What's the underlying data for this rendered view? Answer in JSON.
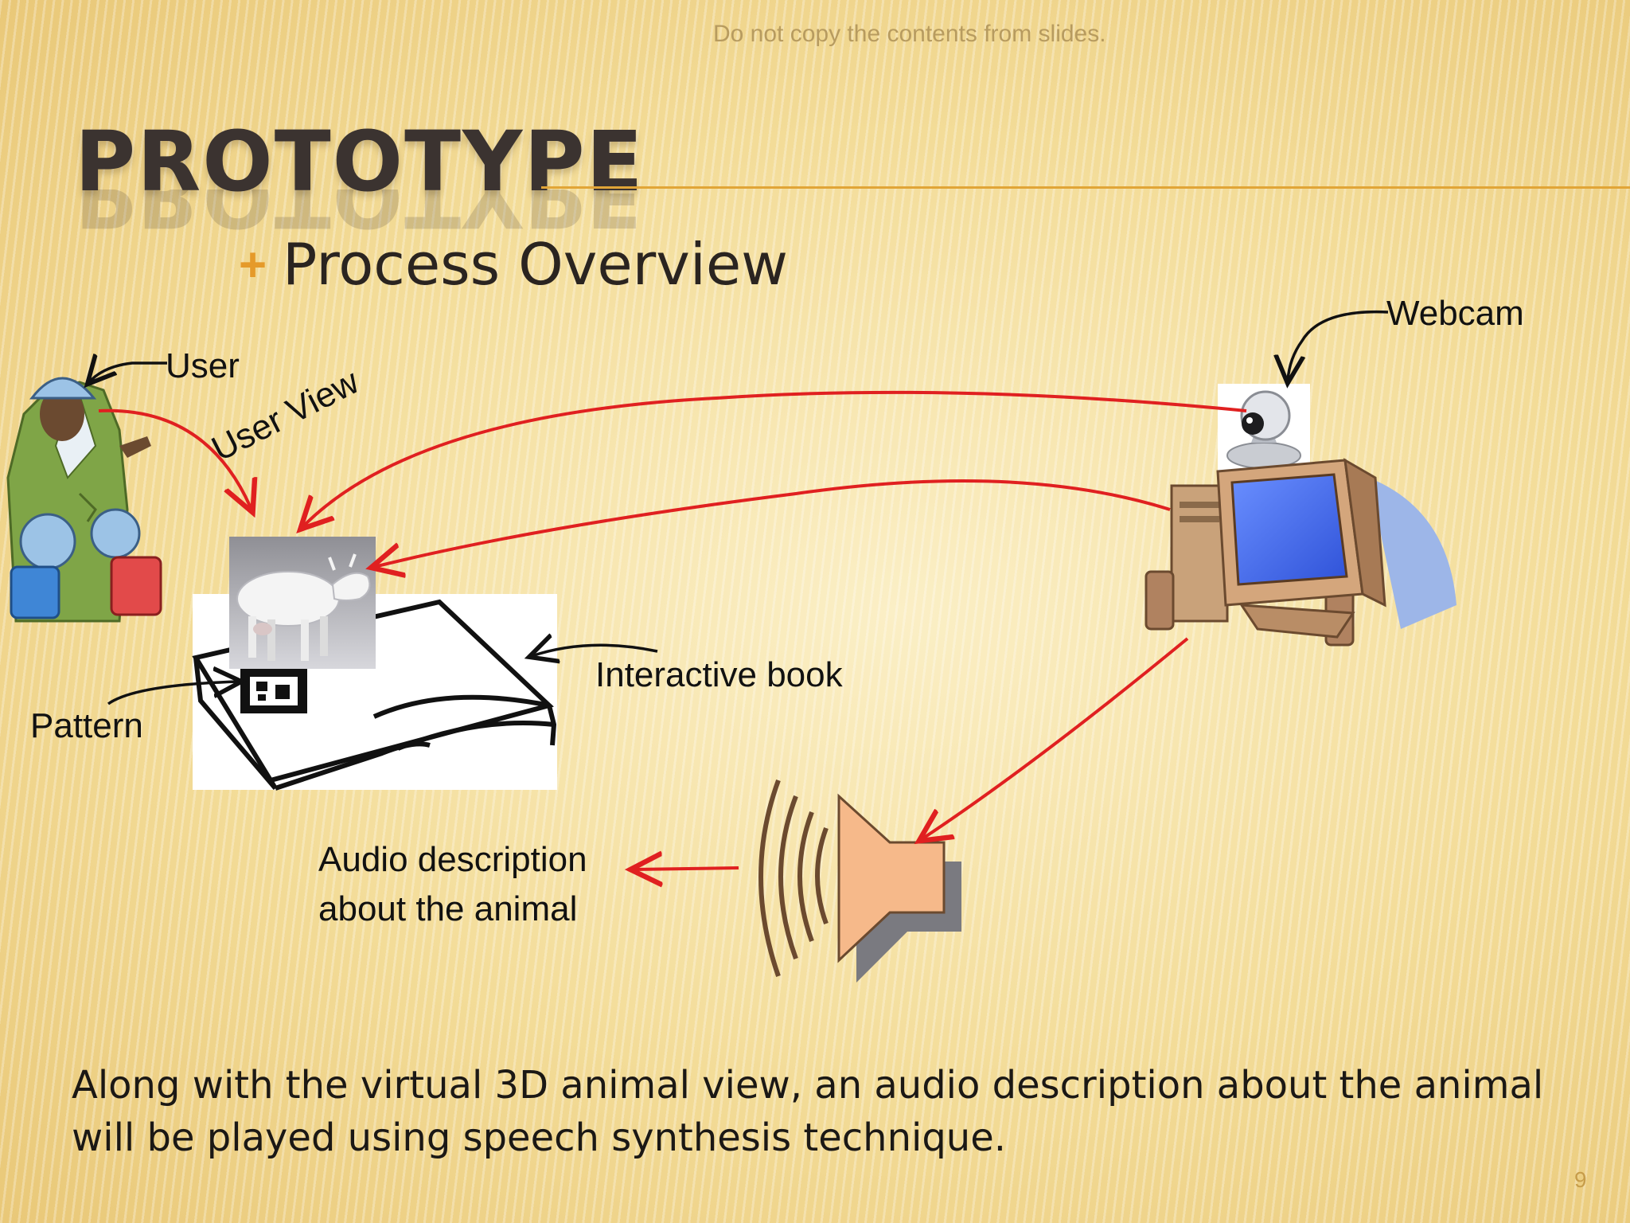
{
  "slide": {
    "watermark": "Do not copy the contents from slides.",
    "title": "PROTOTYPE",
    "bullet": "Process Overview",
    "caption": "Along with the virtual 3D animal view, an audio description about the animal will be played using speech synthesis technique.",
    "page_number": "9"
  },
  "diagram": {
    "labels": {
      "user": "User",
      "user_view": "User View",
      "webcam": "Webcam",
      "interactive_book": "Interactive book",
      "pattern": "Pattern",
      "audio_line1": "Audio description",
      "audio_line2": "about the animal"
    },
    "icons": [
      "user-group-icon",
      "book-icon",
      "cow-model-icon",
      "marker-pattern-icon",
      "webcam-icon",
      "computer-icon",
      "speaker-icon"
    ],
    "colors": {
      "flow_arrow": "#e02020",
      "label_arrow": "#111111",
      "accent": "#e59a2a"
    }
  }
}
